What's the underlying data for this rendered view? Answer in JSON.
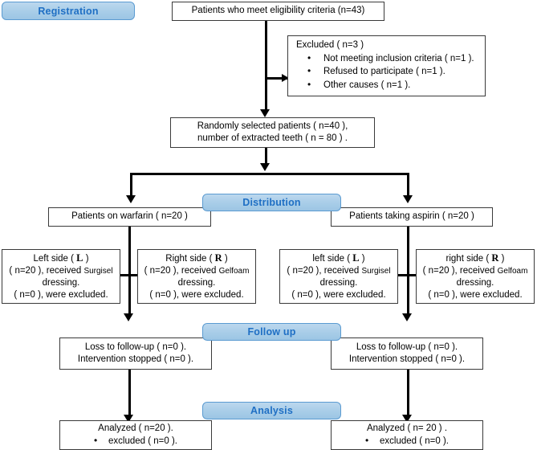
{
  "diagram": {
    "title": "CONSORT-style patient flow diagram",
    "accent_color": "#1f6fc4",
    "badge_fill": "#a8cde8",
    "badge_border": "#5b9bd1",
    "box_border": "#3a3a3a",
    "line_color": "#000000"
  },
  "stages": {
    "registration": "Registration",
    "distribution": "Distribution",
    "follow_up": "Follow up",
    "analysis": "Analysis"
  },
  "boxes": {
    "eligibility": {
      "text": "Patients who meet eligibility criteria (n=43)"
    },
    "excluded": {
      "heading": "Excluded ( n=3 )",
      "items": [
        "Not meeting inclusion criteria ( n=1 ).",
        "Refused to participate ( n=1 ).",
        "Other causes ( n=1 )."
      ]
    },
    "randomized": {
      "line1": "Randomly selected patients ( n=40 ),",
      "line2": "number of extracted teeth ( n = 80 ) ."
    },
    "warfarin_group": {
      "text": "Patients on warfarin ( n=20 )"
    },
    "aspirin_group": {
      "text": "Patients taking aspirin ( n=20 )"
    },
    "warfarin_left": {
      "title_pre": "Left side ( ",
      "title_letter": "L",
      "title_post": " )",
      "line1_pre": "( n=20 ), received ",
      "brand": "Surgisel",
      "line2": "dressing.",
      "line3": "( n=0 ), were excluded."
    },
    "warfarin_right": {
      "title_pre": "Right side ( ",
      "title_letter": "R",
      "title_post": " )",
      "line1_pre": "( n=20 ), received ",
      "brand": "Gelfoam",
      "line2": "dressing.",
      "line3": "( n=0 ), were excluded."
    },
    "aspirin_left": {
      "title_pre": "left side ( ",
      "title_letter": "L",
      "title_post": " )",
      "line1_pre": "( n=20 ), received ",
      "brand": "Surgisel",
      "line2": "dressing.",
      "line3": "( n=0 ), were excluded."
    },
    "aspirin_right": {
      "title_pre": "right side ( ",
      "title_letter": "R",
      "title_post": " )",
      "line1_pre": "( n=20 ), received ",
      "brand": "Gelfoam",
      "line2": "dressing.",
      "line3": "( n=0 ), were excluded."
    },
    "followup_left": {
      "line1": "Loss to follow-up ( n=0 ).",
      "line2": "Intervention stopped ( n=0 )."
    },
    "followup_right": {
      "line1": "Loss to follow-up ( n=0 ).",
      "line2": "Intervention stopped ( n=0 )."
    },
    "analysis_left": {
      "line1": "Analyzed ( n=20 ).",
      "line2": "excluded ( n=0 )."
    },
    "analysis_right": {
      "line1": "Analyzed ( n= 20 ) .",
      "line2": "excluded ( n=0 )."
    }
  }
}
